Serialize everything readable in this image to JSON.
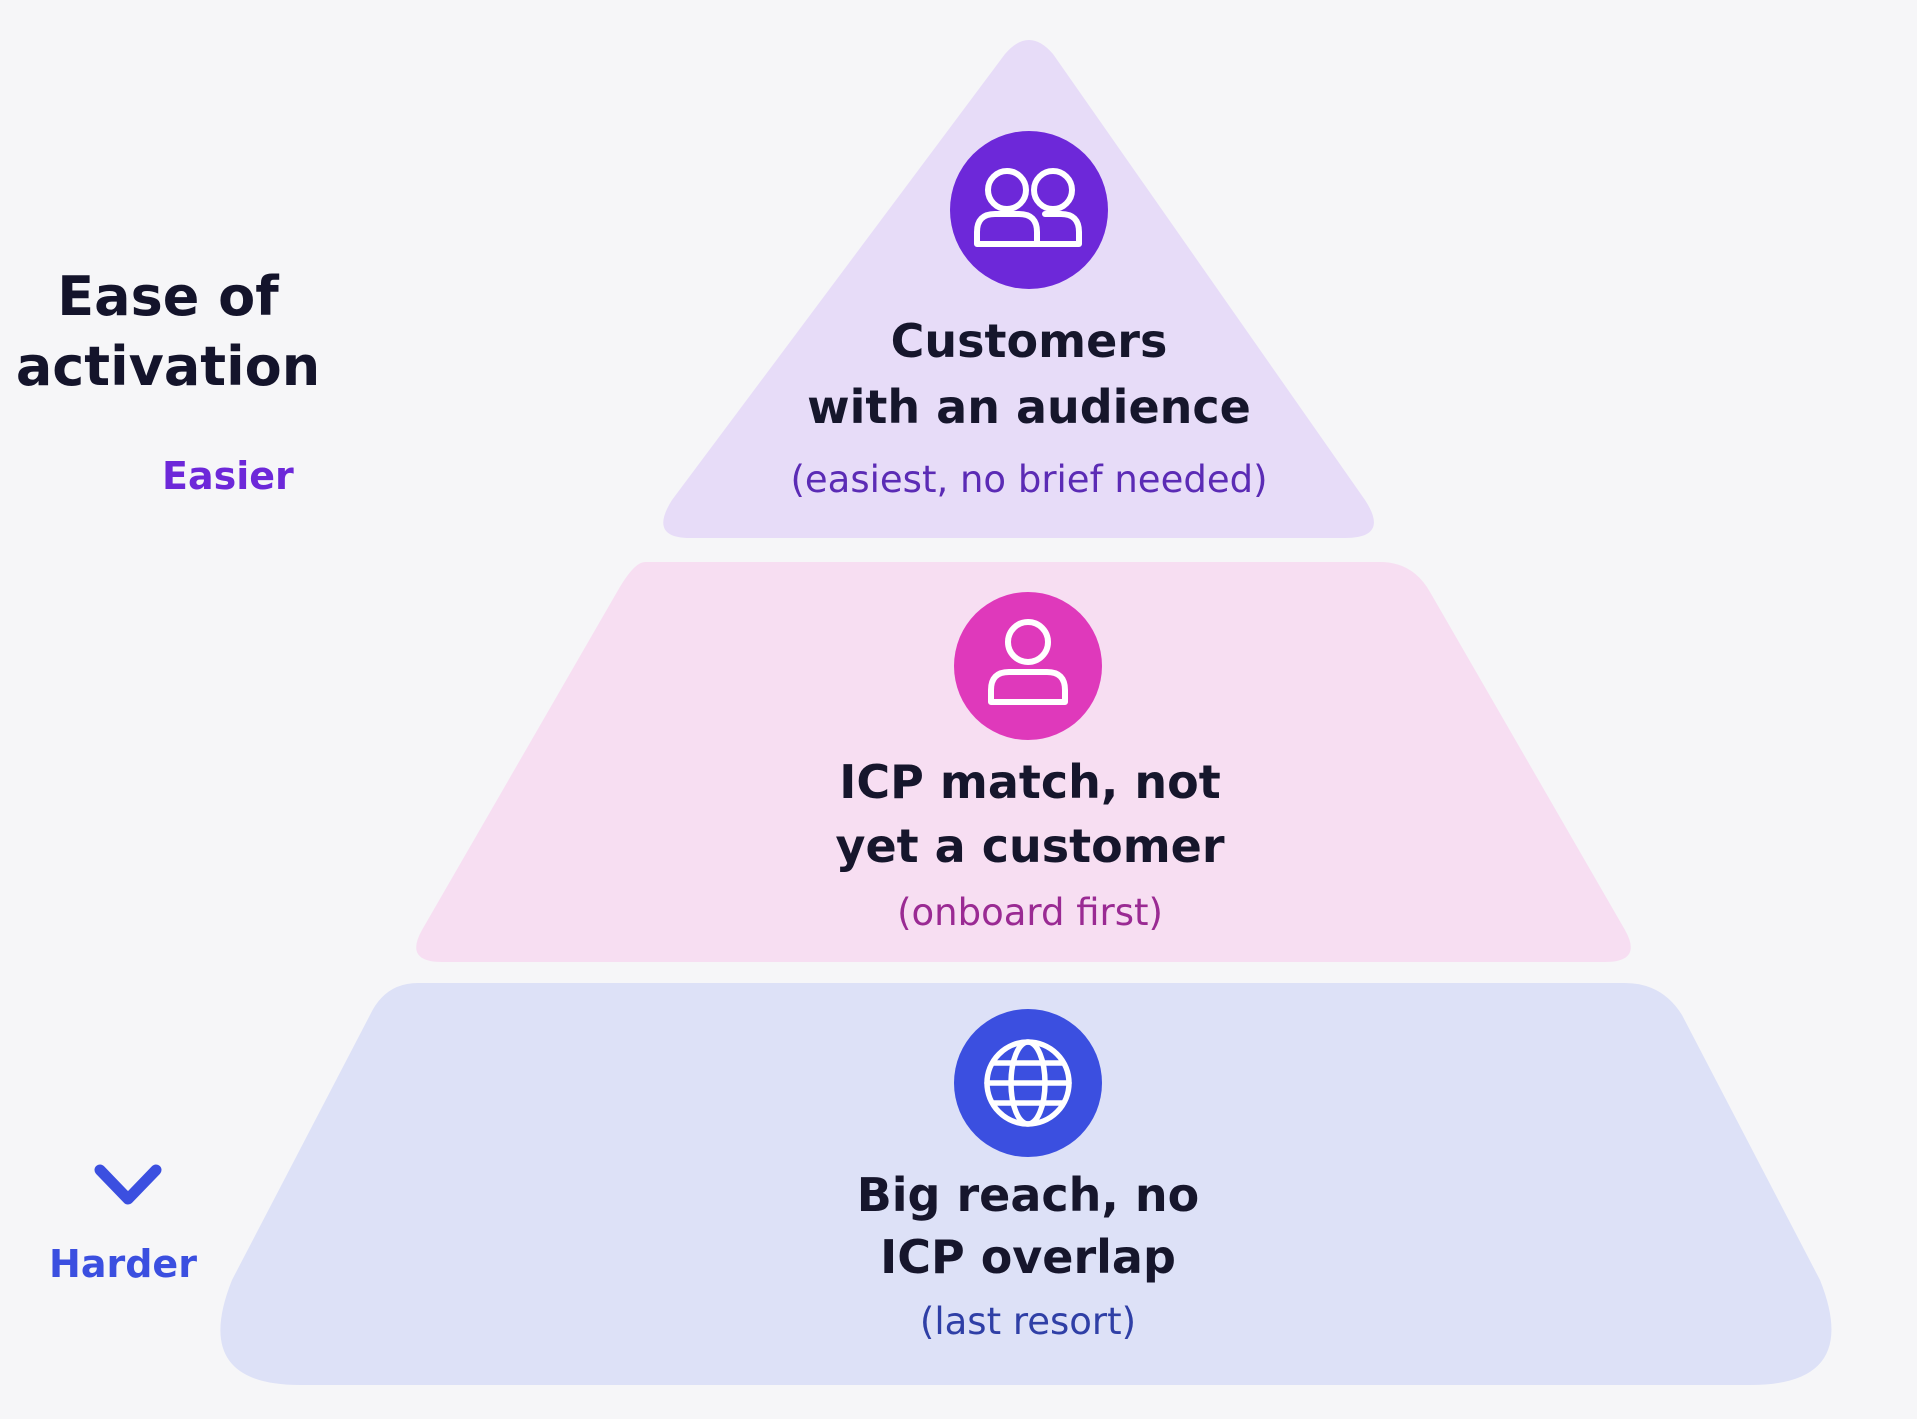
{
  "axis": {
    "title_line1": "Ease of",
    "title_line2": "activation",
    "top_label": "Easier",
    "bottom_label": "Harder",
    "colors": {
      "top": "#6d28d9",
      "middle": "#e23cb4",
      "bottom": "#3b4fe0",
      "title": "#14142b"
    }
  },
  "tiers": [
    {
      "id": "top",
      "icon": "users-icon",
      "title_line1": "Customers",
      "title_line2": "with an audience",
      "subtitle": "(easiest, no brief needed)",
      "fill_color": "#e7dcf8",
      "icon_color": "#6d28d9",
      "subtitle_color": "#5b2bb5"
    },
    {
      "id": "middle",
      "icon": "user-icon",
      "title_line1": "ICP match, not",
      "title_line2": "yet a customer",
      "subtitle": "(onboard first)",
      "fill_color": "#f7def2",
      "icon_color": "#df39bb",
      "subtitle_color": "#9a2a93"
    },
    {
      "id": "bottom",
      "icon": "globe-icon",
      "title_line1": "Big reach, no",
      "title_line2": "ICP overlap",
      "subtitle": "(last resort)",
      "fill_color": "#dde1f7",
      "icon_color": "#3b4fe0",
      "subtitle_color": "#2f3fa6"
    }
  ]
}
